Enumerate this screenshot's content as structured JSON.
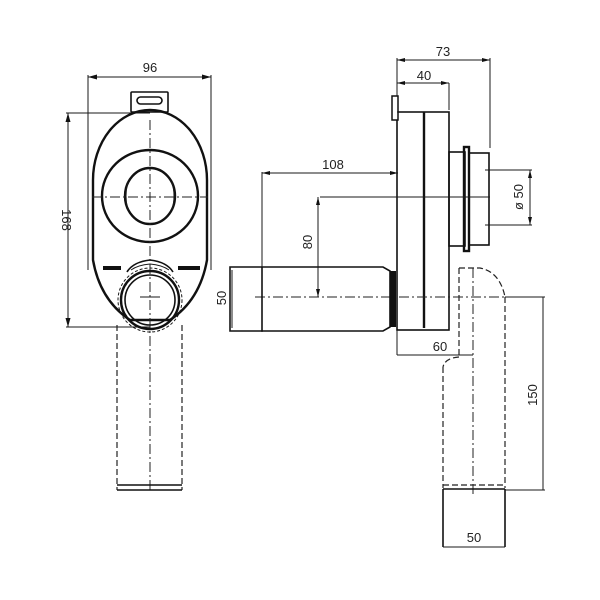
{
  "drawing": {
    "type": "technical-drawing",
    "subject": "siphon / trap dimensional drawing",
    "views": [
      "front-view",
      "side-view"
    ]
  },
  "front_view": {
    "dimensions": {
      "width": "96",
      "height": "168"
    }
  },
  "side_view": {
    "dimensions": {
      "depth_total": "73",
      "body_depth": "40",
      "inlet_length": "108",
      "inlet_offset_vertical": "80",
      "inlet_diameter": "50",
      "outlet_diameter": "ø 50",
      "outlet_offset": "60",
      "outlet_pipe_length": "150",
      "outlet_pipe_width": "50"
    }
  },
  "colors": {
    "line": "#111111",
    "background": "#ffffff"
  }
}
